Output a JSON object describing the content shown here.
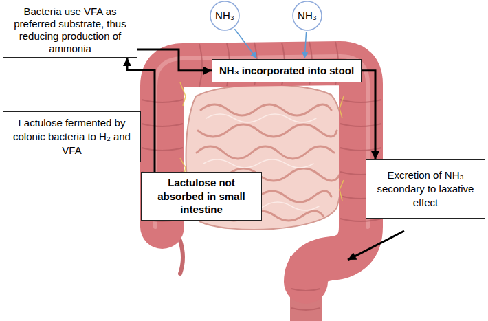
{
  "diagram": {
    "nodes": [
      {
        "text": [
          "Bacteria use VFA as preferred substrate, thus reducing production of ammonia"
        ]
      },
      {
        "text": [
          "NH₃"
        ]
      },
      {
        "text": [
          "NH₃"
        ]
      },
      {
        "text": [
          "NH₃ incorporated into stool"
        ]
      },
      {
        "text": [
          "Lactulose fermented by colonic bacteria to H₂ and VFA"
        ]
      },
      {
        "text": [
          "Excretion of NH₃ secondary to laxative effect"
        ]
      },
      {
        "text": [
          "Lactulose not absorbed in small intestine"
        ]
      }
    ],
    "edges": [
      {
        "from": 6,
        "to": 0,
        "arrow": "to"
      },
      {
        "from": 0,
        "to": 3,
        "arrow": "to"
      },
      {
        "from": 3,
        "to": 5,
        "arrow": "to"
      },
      {
        "from": 1,
        "to": 3,
        "arrow": "to"
      },
      {
        "from": 2,
        "to": 3,
        "arrow": "to"
      }
    ]
  }
}
